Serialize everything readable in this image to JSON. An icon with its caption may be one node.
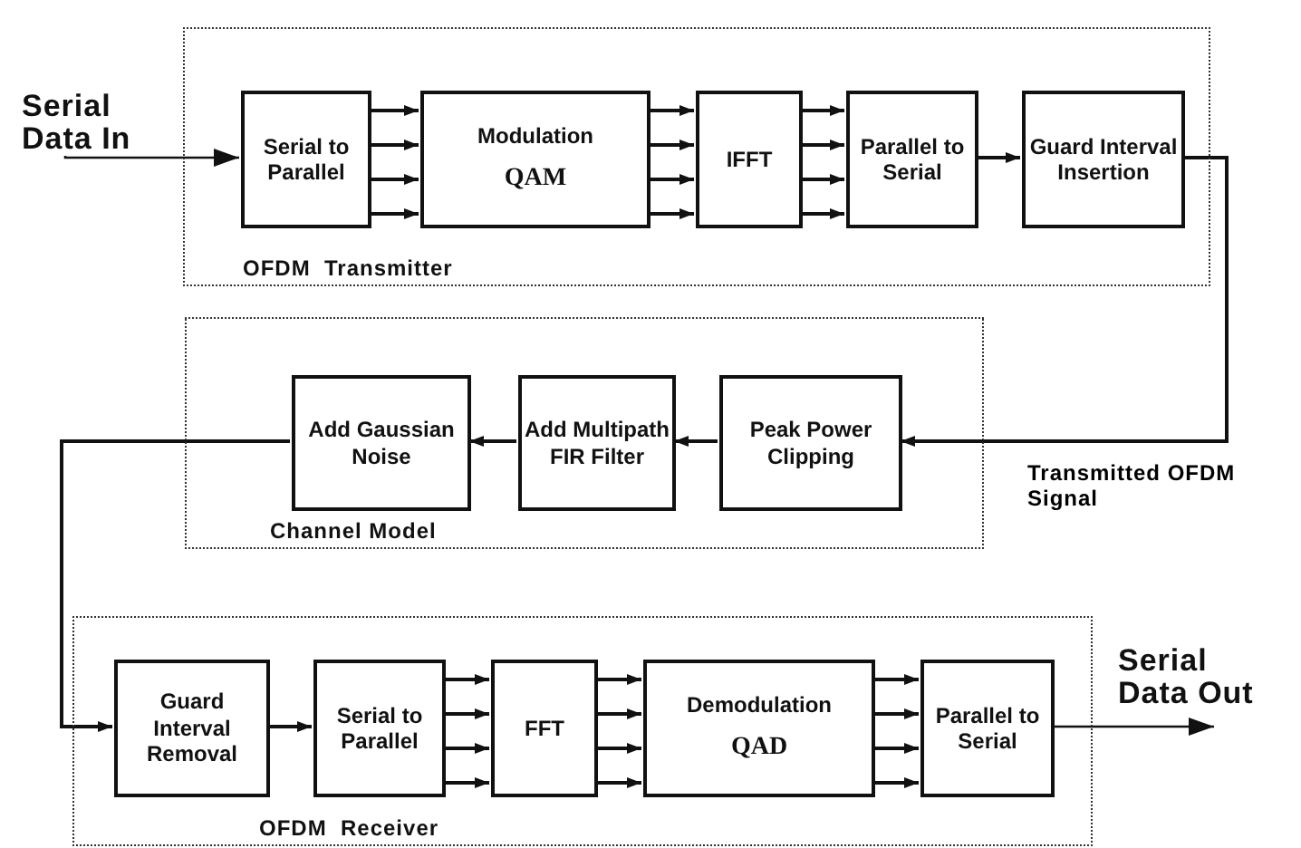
{
  "diagram": {
    "nodes": [
      {
        "text": [
          "Serial Data In"
        ]
      },
      {
        "text": [
          "OFDM  Transmitter"
        ]
      },
      {
        "text": [
          "Serial to Parallel"
        ],
        "in": 1
      },
      {
        "text": [
          "Modulation",
          "QAM"
        ],
        "in": 1
      },
      {
        "text": [
          "IFFT"
        ],
        "in": 1
      },
      {
        "text": [
          "Parallel to Serial"
        ],
        "in": 1
      },
      {
        "text": [
          "Guard Interval Insertion"
        ],
        "in": 1
      },
      {
        "text": [
          "Channel Model"
        ]
      },
      {
        "text": [
          "Add Gaussian Noise"
        ],
        "in": 7
      },
      {
        "text": [
          "Add Multipath FIR Filter"
        ],
        "in": 7
      },
      {
        "text": [
          "Peak Power Clipping"
        ],
        "in": 7
      },
      {
        "text": [
          "OFDM  Receiver"
        ]
      },
      {
        "text": [
          "Guard Interval Removal"
        ],
        "in": 11
      },
      {
        "text": [
          "Serial to Parallel"
        ],
        "in": 11
      },
      {
        "text": [
          "FFT"
        ],
        "in": 11
      },
      {
        "text": [
          "Demodulation",
          "QAD"
        ],
        "in": 11
      },
      {
        "text": [
          "Parallel to Serial"
        ],
        "in": 11
      },
      {
        "text": [
          "Serial Data Out"
        ]
      }
    ],
    "edges": [
      {
        "from": 0,
        "to": 2,
        "arrow": "to"
      },
      {
        "from": 2,
        "to": 3,
        "arrow": "to"
      },
      {
        "from": 2,
        "to": 3,
        "arrow": "to"
      },
      {
        "from": 2,
        "to": 3,
        "arrow": "to"
      },
      {
        "from": 2,
        "to": 3,
        "arrow": "to"
      },
      {
        "from": 3,
        "to": 4,
        "arrow": "to"
      },
      {
        "from": 3,
        "to": 4,
        "arrow": "to"
      },
      {
        "from": 3,
        "to": 4,
        "arrow": "to"
      },
      {
        "from": 3,
        "to": 4,
        "arrow": "to"
      },
      {
        "from": 4,
        "to": 5,
        "arrow": "to"
      },
      {
        "from": 4,
        "to": 5,
        "arrow": "to"
      },
      {
        "from": 4,
        "to": 5,
        "arrow": "to"
      },
      {
        "from": 4,
        "to": 5,
        "arrow": "to"
      },
      {
        "from": 5,
        "to": 6,
        "arrow": "to"
      },
      {
        "from": 6,
        "to": 10,
        "arrow": "to",
        "label": "Transmitted OFDM  Signal"
      },
      {
        "from": 10,
        "to": 9,
        "arrow": "to"
      },
      {
        "from": 9,
        "to": 8,
        "arrow": "to"
      },
      {
        "from": 8,
        "to": 12,
        "arrow": "to"
      },
      {
        "from": 12,
        "to": 13,
        "arrow": "to"
      },
      {
        "from": 13,
        "to": 14,
        "arrow": "to"
      },
      {
        "from": 13,
        "to": 14,
        "arrow": "to"
      },
      {
        "from": 13,
        "to": 14,
        "arrow": "to"
      },
      {
        "from": 13,
        "to": 14,
        "arrow": "to"
      },
      {
        "from": 14,
        "to": 15,
        "arrow": "to"
      },
      {
        "from": 14,
        "to": 15,
        "arrow": "to"
      },
      {
        "from": 14,
        "to": 15,
        "arrow": "to"
      },
      {
        "from": 14,
        "to": 15,
        "arrow": "to"
      },
      {
        "from": 15,
        "to": 16,
        "arrow": "to"
      },
      {
        "from": 15,
        "to": 16,
        "arrow": "to"
      },
      {
        "from": 15,
        "to": 16,
        "arrow": "to"
      },
      {
        "from": 15,
        "to": 16,
        "arrow": "to"
      },
      {
        "from": 16,
        "to": 17,
        "arrow": "to"
      }
    ]
  }
}
